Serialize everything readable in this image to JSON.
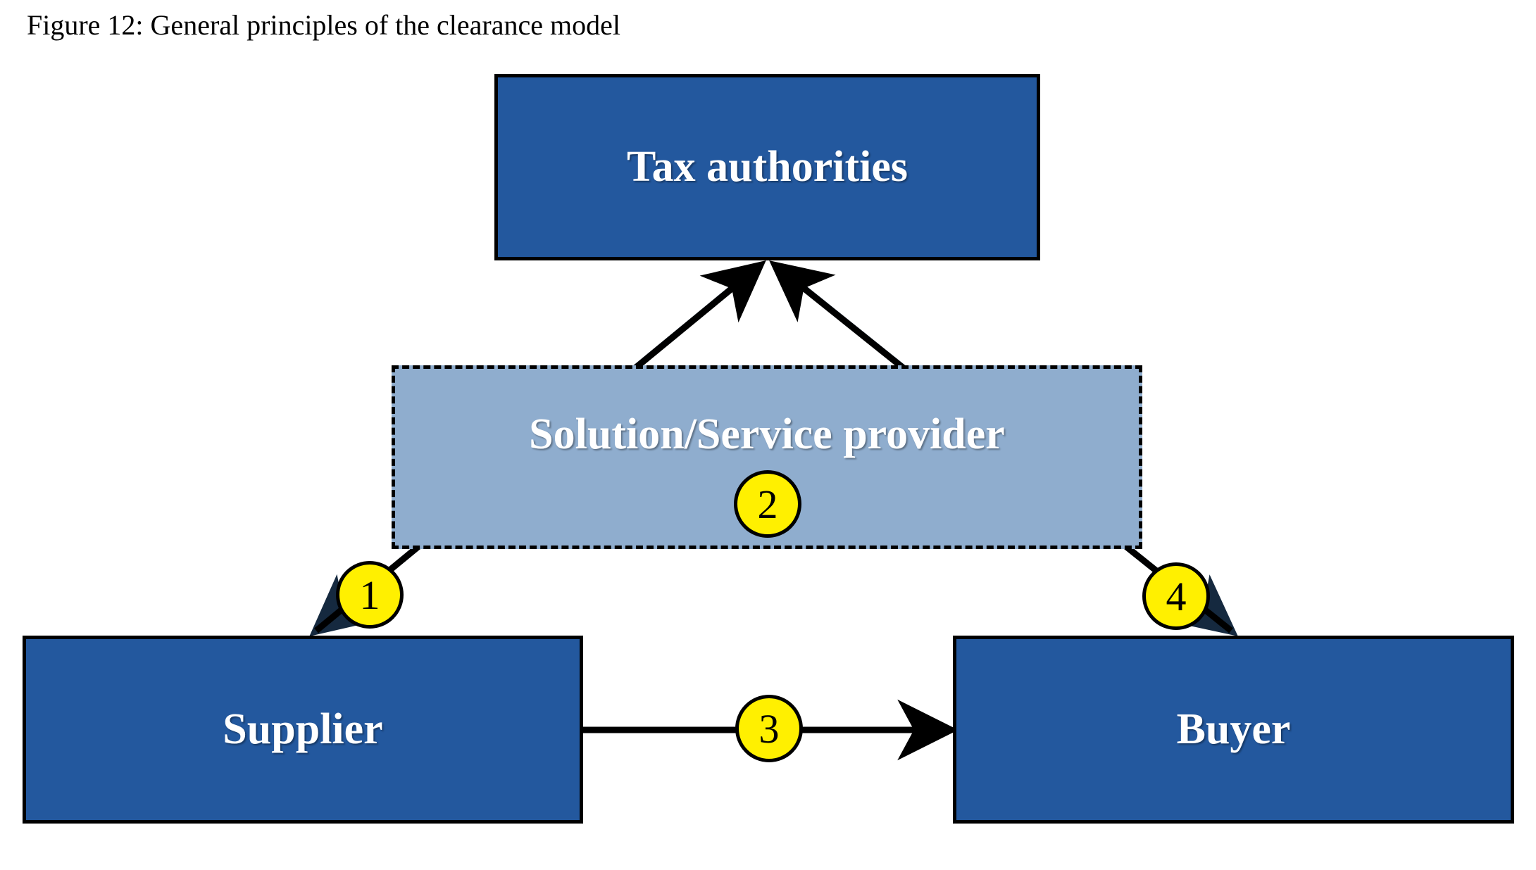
{
  "figure": {
    "caption": "Figure 12: General principles of the clearance model"
  },
  "nodes": {
    "tax_authorities": {
      "label": "Tax authorities",
      "fill": "#23589E",
      "border": "#000000",
      "border_style": "solid",
      "text_color": "#FFFFFF"
    },
    "provider": {
      "label": "Solution/Service provider",
      "fill": "#8FADCE",
      "border": "#000000",
      "border_style": "dashed",
      "text_color": "#FFFFFF"
    },
    "supplier": {
      "label": "Supplier",
      "fill": "#23589E",
      "border": "#000000",
      "border_style": "solid",
      "text_color": "#FFFFFF"
    },
    "buyer": {
      "label": "Buyer",
      "fill": "#23589E",
      "border": "#000000",
      "border_style": "solid",
      "text_color": "#FFFFFF"
    }
  },
  "badges": [
    {
      "id": "1",
      "number": "1",
      "fill": "#FFF000",
      "border": "#000000"
    },
    {
      "id": "2",
      "number": "2",
      "fill": "#FFF000",
      "border": "#000000"
    },
    {
      "id": "3",
      "number": "3",
      "fill": "#FFF000",
      "border": "#000000"
    },
    {
      "id": "4",
      "number": "4",
      "fill": "#FFF000",
      "border": "#000000"
    }
  ],
  "connectors": [
    {
      "name": "tax-to-supplier",
      "direction": "down-left",
      "style": "solid",
      "color": "#1B3550",
      "badge": "1"
    },
    {
      "name": "supplier-to-tax",
      "direction": "up-right",
      "style": "solid",
      "color": "#000000",
      "badge": "1"
    },
    {
      "name": "tax-to-buyer",
      "direction": "down-right",
      "style": "solid",
      "color": "#1B3550",
      "badge": "4"
    },
    {
      "name": "supplier-to-buyer",
      "direction": "right",
      "style": "solid",
      "color": "#000000",
      "badge": "3"
    }
  ],
  "colors": {
    "dark_blue": "#23589E",
    "light_blue": "#8FADCE",
    "badge_yellow": "#FFF000",
    "line_black": "#000000",
    "line_navy": "#1B3550",
    "background": "#FFFFFF"
  }
}
